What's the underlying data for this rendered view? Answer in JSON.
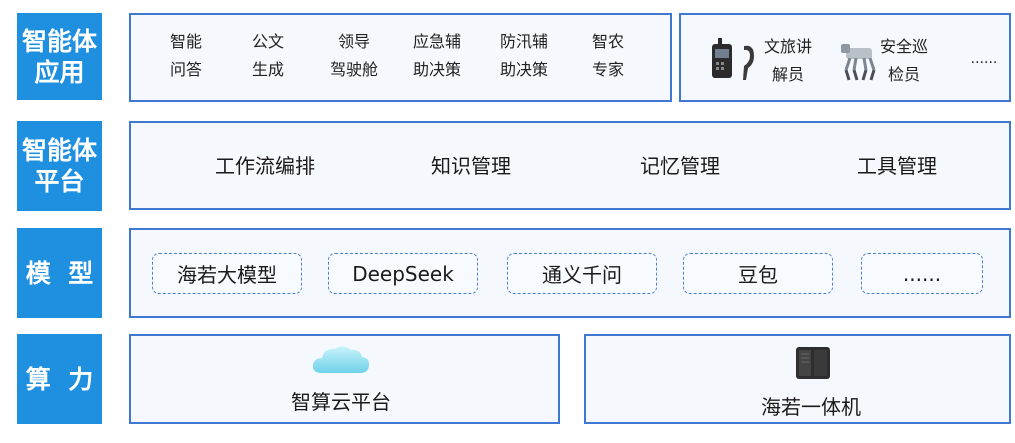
{
  "layers": {
    "application": {
      "label": "智能体\n应用",
      "items": [
        "智能\n问答",
        "公文\n生成",
        "领导\n驾驶舱",
        "应急辅\n助决策",
        "防汛辅\n助决策",
        "智农\n专家"
      ],
      "devices": [
        {
          "label": "文旅讲\n解员",
          "icon": "audio-guide-device-icon"
        },
        {
          "label": "安全巡\n检员",
          "icon": "robot-dog-icon"
        }
      ],
      "more": "......"
    },
    "platform": {
      "label": "智能体\n平台",
      "items": [
        "工作流编排",
        "知识管理",
        "记忆管理",
        "工具管理"
      ]
    },
    "model": {
      "label": "模  型",
      "items": [
        "海若大模型",
        "DeepSeek",
        "通义千问",
        "豆包",
        "......"
      ]
    },
    "compute": {
      "label": "算  力",
      "items": [
        {
          "label": "智算云平台",
          "icon": "cloud-icon"
        },
        {
          "label": "海若一体机",
          "icon": "server-box-icon"
        }
      ]
    }
  },
  "colors": {
    "label_bg": "#1f8fe0",
    "panel_border": "#3f78d3",
    "panel_bg": "#f5f8fd",
    "chip_border": "#4f80cf"
  }
}
